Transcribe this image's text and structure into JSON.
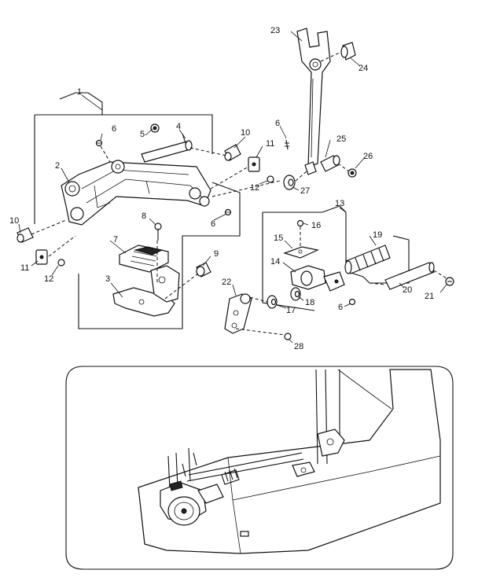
{
  "callouts": [
    {
      "id": "c1",
      "label": "1"
    },
    {
      "id": "c2",
      "label": "2"
    },
    {
      "id": "c3",
      "label": "3"
    },
    {
      "id": "c4",
      "label": "4"
    },
    {
      "id": "c5",
      "label": "5"
    },
    {
      "id": "c6a",
      "label": "6"
    },
    {
      "id": "c6b",
      "label": "6"
    },
    {
      "id": "c6c",
      "label": "6"
    },
    {
      "id": "c6d",
      "label": "6"
    },
    {
      "id": "c7",
      "label": "7"
    },
    {
      "id": "c8",
      "label": "8"
    },
    {
      "id": "c9",
      "label": "9"
    },
    {
      "id": "c10a",
      "label": "10"
    },
    {
      "id": "c10b",
      "label": "10"
    },
    {
      "id": "c11a",
      "label": "11"
    },
    {
      "id": "c11b",
      "label": "11"
    },
    {
      "id": "c12a",
      "label": "12"
    },
    {
      "id": "c12b",
      "label": "12"
    },
    {
      "id": "c13",
      "label": "13"
    },
    {
      "id": "c14",
      "label": "14"
    },
    {
      "id": "c15",
      "label": "15"
    },
    {
      "id": "c16",
      "label": "16"
    },
    {
      "id": "c17",
      "label": "17"
    },
    {
      "id": "c18",
      "label": "18"
    },
    {
      "id": "c19",
      "label": "19"
    },
    {
      "id": "c20",
      "label": "20"
    },
    {
      "id": "c21",
      "label": "21"
    },
    {
      "id": "c22",
      "label": "22"
    },
    {
      "id": "c23",
      "label": "23"
    },
    {
      "id": "c24",
      "label": "24"
    },
    {
      "id": "c25",
      "label": "25"
    },
    {
      "id": "c26",
      "label": "26"
    },
    {
      "id": "c27",
      "label": "27"
    },
    {
      "id": "c28",
      "label": "28"
    }
  ]
}
